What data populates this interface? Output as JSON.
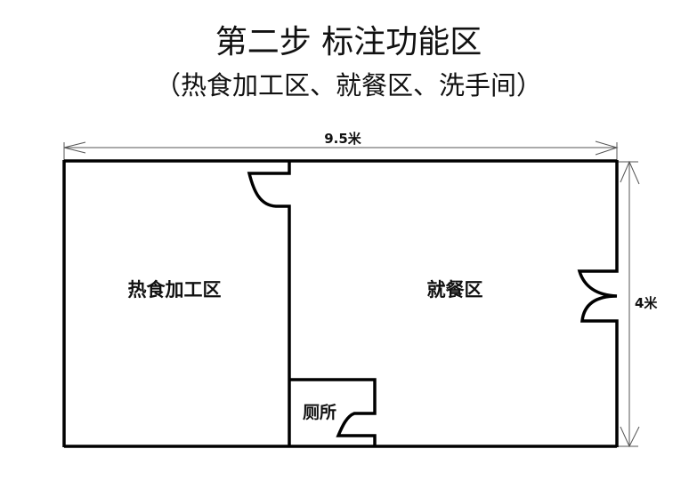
{
  "title": "第二步 标注功能区",
  "subtitle": "（热食加工区、就餐区、洗手间）",
  "floor_plan": {
    "width_label": "9.5米",
    "height_label": "4米",
    "rooms": {
      "kitchen": "热食加工区",
      "dining": "就餐区",
      "toilet": "厕所"
    }
  }
}
